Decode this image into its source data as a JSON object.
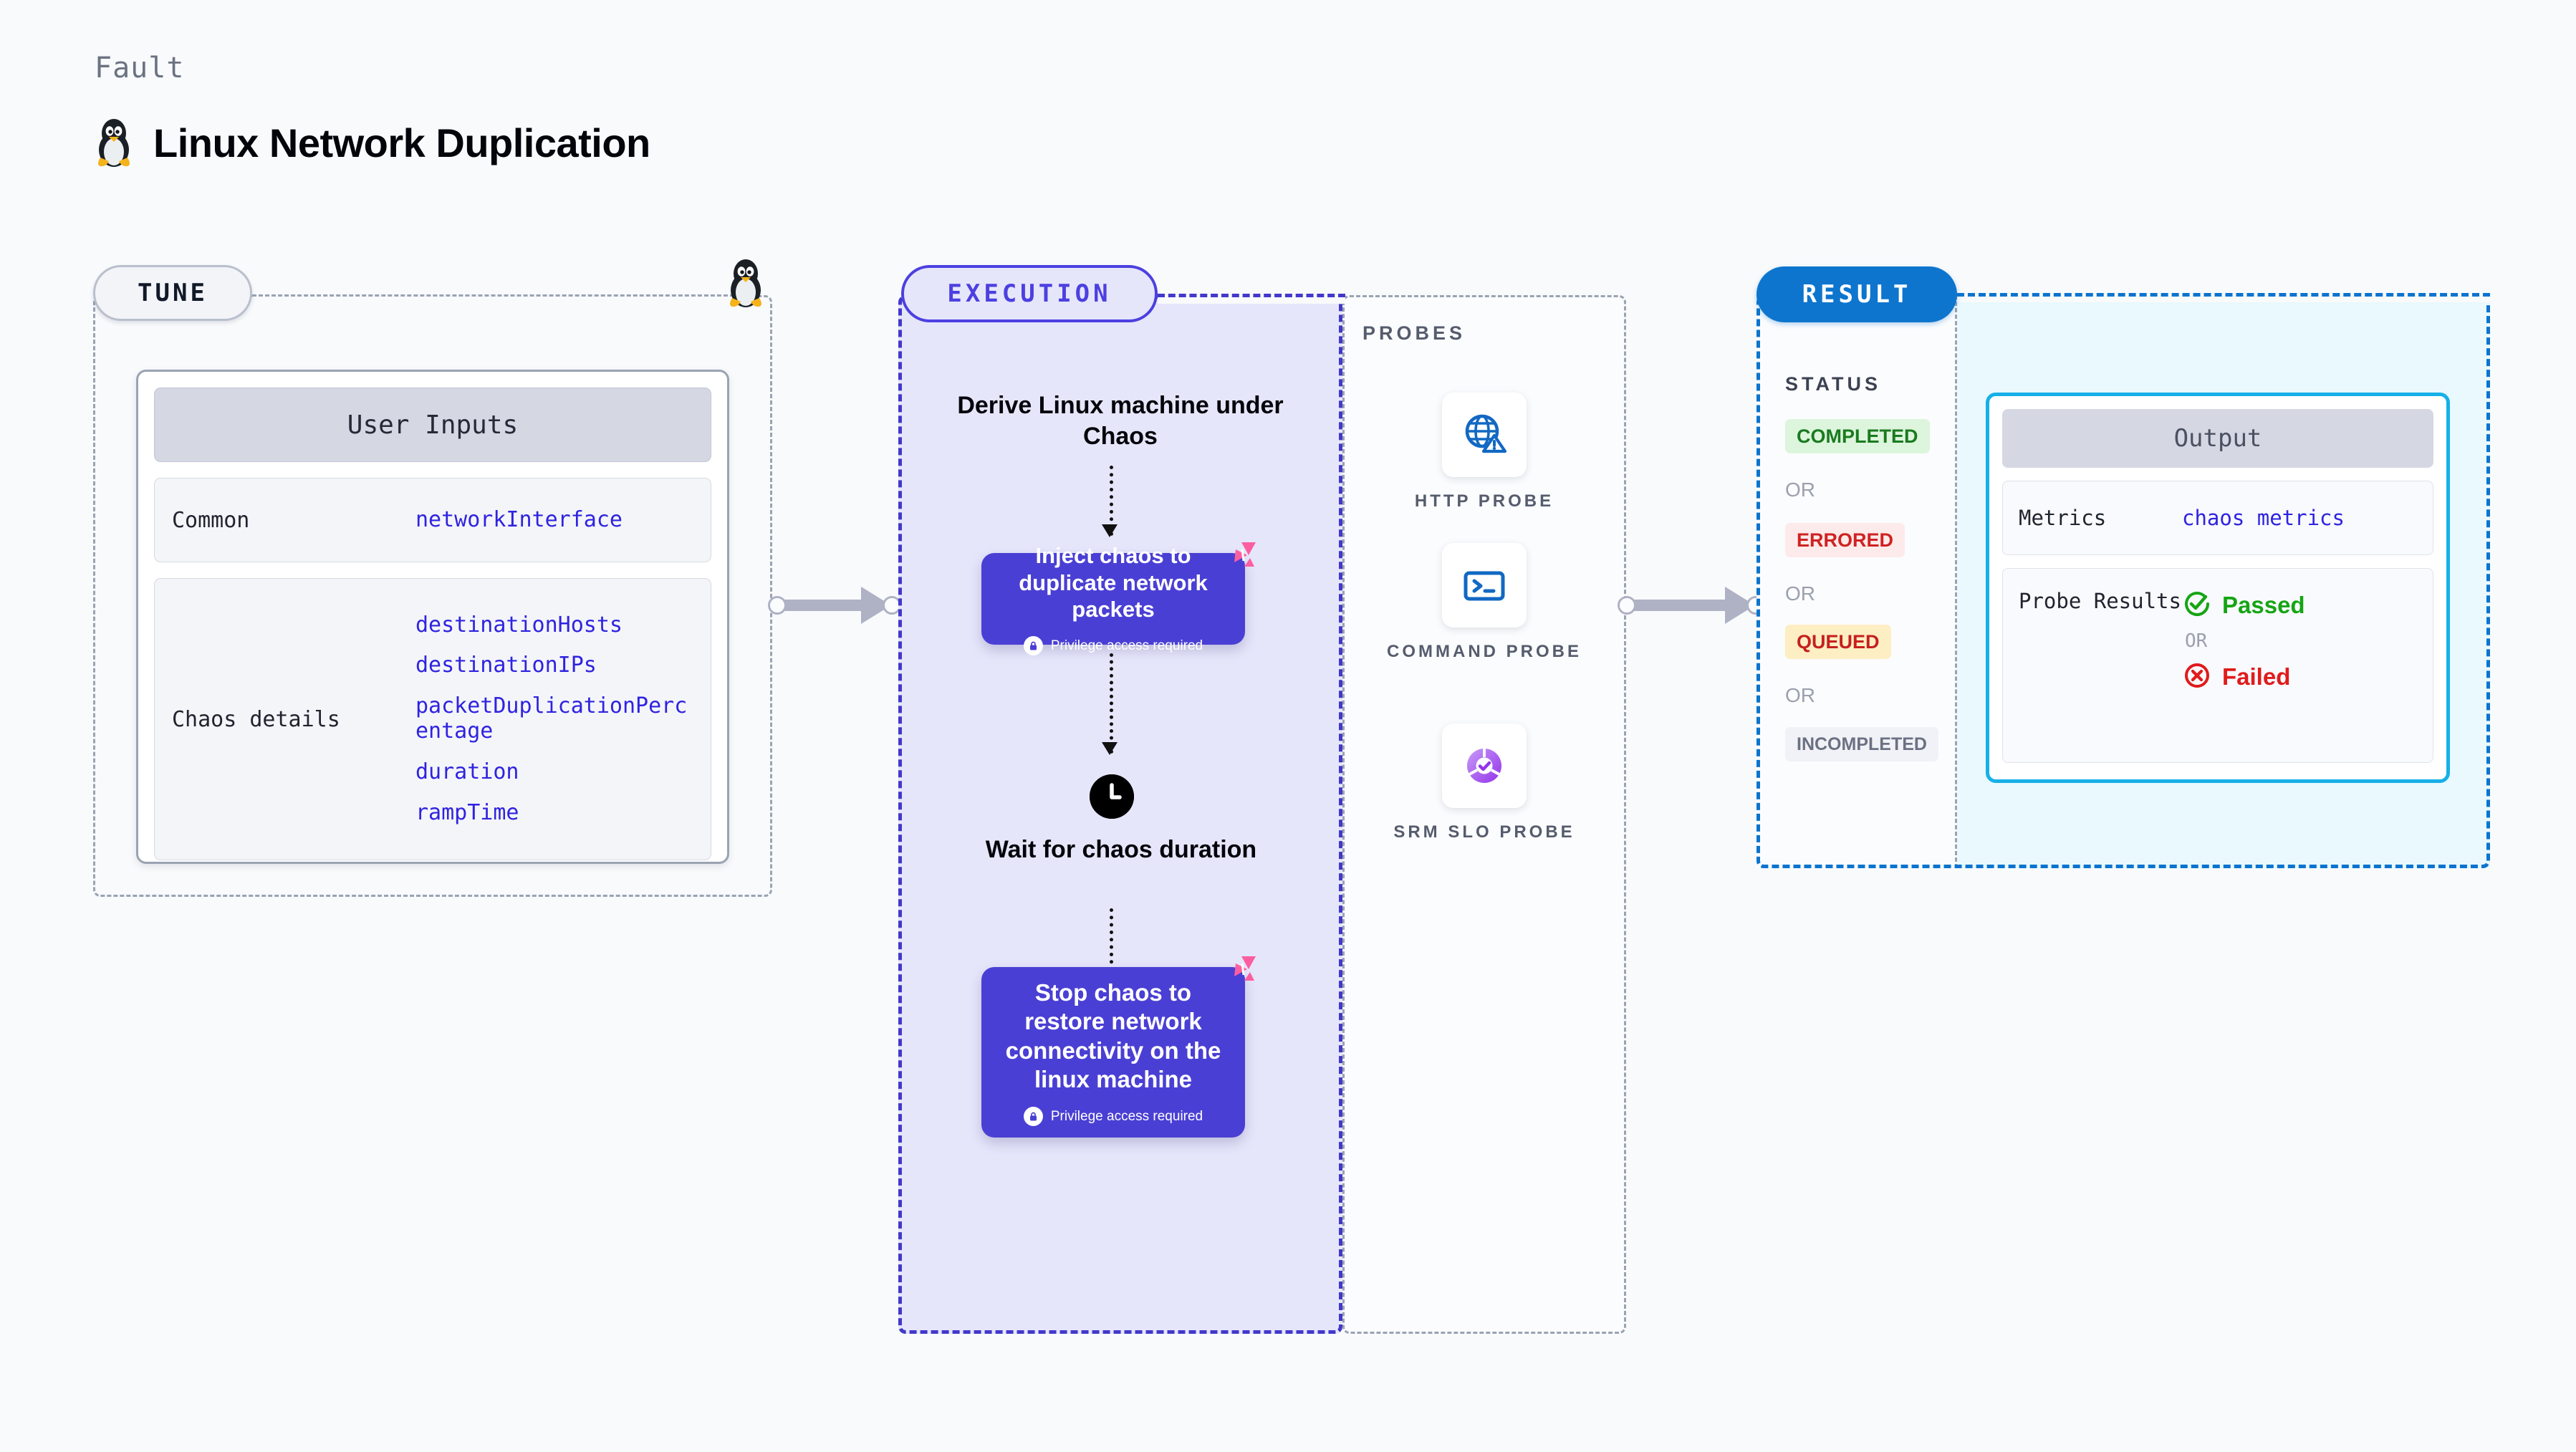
{
  "header": {
    "eyebrow": "Fault",
    "title": "Linux Network Duplication",
    "logo_icon": "linux-penguin-icon"
  },
  "tune": {
    "badge": "TUNE",
    "card_title": "User Inputs",
    "rows": [
      {
        "label": "Common",
        "values": [
          "networkInterface"
        ]
      },
      {
        "label": "Chaos details",
        "values": [
          "destinationHosts",
          "destinationIPs",
          "packetDuplicationPercentage",
          "duration",
          "rampTime"
        ]
      }
    ]
  },
  "execution": {
    "badge": "EXECUTION",
    "steps": [
      {
        "type": "title",
        "text": "Derive Linux machine under Chaos"
      },
      {
        "type": "card",
        "text": "Inject chaos to duplicate network packets",
        "note": "Privilege access required",
        "note_icon": "lock-icon",
        "corner_icon": "harness-logo-icon"
      },
      {
        "type": "title",
        "text": "Wait for chaos duration",
        "icon": "clock-icon"
      },
      {
        "type": "card",
        "text": "Stop chaos to restore network connectivity on the linux machine",
        "note": "Privilege access required",
        "note_icon": "lock-icon",
        "corner_icon": "harness-logo-icon"
      }
    ]
  },
  "probes": {
    "label": "PROBES",
    "items": [
      {
        "name": "HTTP PROBE",
        "icon": "globe-warning-icon"
      },
      {
        "name": "COMMAND PROBE",
        "icon": "terminal-icon"
      },
      {
        "name": "SRM SLO PROBE",
        "icon": "donut-check-icon"
      }
    ]
  },
  "result": {
    "badge": "RESULT",
    "status_label": "STATUS",
    "or_label": "OR",
    "statuses": [
      {
        "text": "COMPLETED",
        "color": "#1a7a1f",
        "bg": "#dcf5dc"
      },
      {
        "text": "ERRORED",
        "color": "#cf2222",
        "bg": "#fdeaea"
      },
      {
        "text": "QUEUED",
        "color": "#c61f1f",
        "bg": "#fdeec3"
      },
      {
        "text": "INCOMPLETED",
        "color": "#6b7183",
        "bg": "#f1f2f7"
      }
    ],
    "output": {
      "title": "Output",
      "metrics_label": "Metrics",
      "metrics_value": "chaos metrics",
      "probe_label": "Probe Results",
      "passed": "Passed",
      "failed": "Failed",
      "or_label": "OR",
      "passed_color": "#16a515",
      "failed_color": "#e01b1b"
    }
  },
  "colors": {
    "indigo": "#4a3fd4",
    "purple_border": "#4338ca",
    "blue": "#0d75cd",
    "cyan": "#16b0e8",
    "pink": "#fb5ea0"
  }
}
